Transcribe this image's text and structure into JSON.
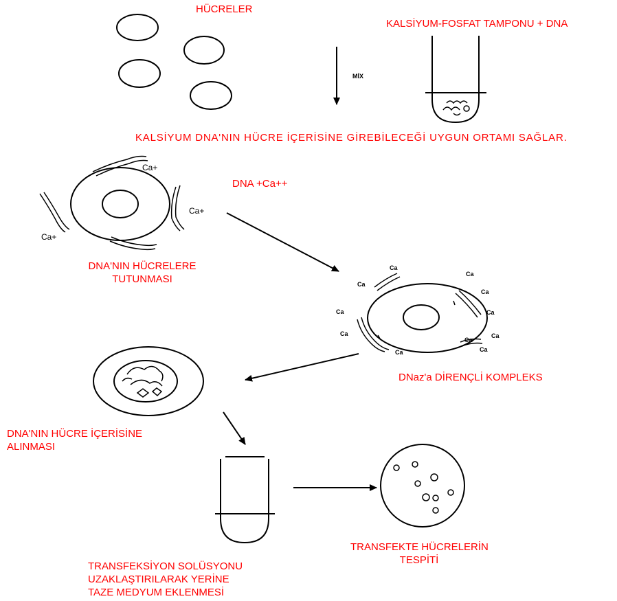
{
  "labels": {
    "cells": "HÜCRELER",
    "buffer": "KALSİYUM-FOSFAT TAMPONU + DNA",
    "mix": "MİX",
    "calcium_statement": "KALSİYUM DNA'NIN HÜCRE İÇERİSİNE GİREBİLECEĞİ UYGUN ORTAMI SAĞLAR.",
    "dna_ca": "DNA +Ca++",
    "attach_line1": "DNA'NIN HÜCRELERE",
    "attach_line2": "TUTUNMASI",
    "complex": "DNaz'a DİRENÇLİ KOMPLEKS",
    "uptake_line1": "DNA'NIN HÜCRE İÇERİSİNE",
    "uptake_line2": "ALINMASI",
    "replace_line1": "TRANSFEKSİYON SOLÜSYONU",
    "replace_line2": "UZAKLAŞTIRILARAK YERİNE",
    "replace_line3": "TAZE MEDYUM EKLENMESİ",
    "detect_line1": "TRANSFEKTE HÜCRELERİN",
    "detect_line2": "TESPİTİ"
  },
  "ions": {
    "cell1": [
      "Ca+",
      "Ca+",
      "Ca+"
    ],
    "cell2": [
      "Ca",
      "Ca",
      "Ca",
      "Ca",
      "Ca",
      "Ca",
      "Ca",
      "Ca",
      "Ca",
      "Ca",
      "Ca"
    ]
  },
  "colors": {
    "label": "#ff0000",
    "line": "#000000",
    "background": "#ffffff"
  }
}
